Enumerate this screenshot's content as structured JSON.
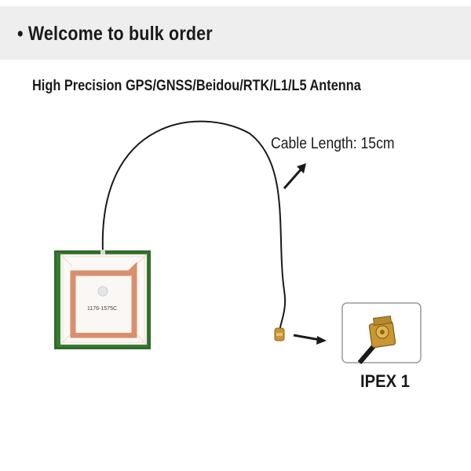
{
  "header": {
    "bullet": "•",
    "title": "Welcome to bulk order"
  },
  "product": {
    "title": "High Precision GPS/GNSS/Beidou/RTK/L1/L5 Antenna",
    "chip_marking": "1176-1575C"
  },
  "cable": {
    "label": "Cable Length: 15cm",
    "color": "#1a1a1a"
  },
  "connector": {
    "label": "IPEX 1"
  },
  "colors": {
    "header_band": "#eeeeee",
    "pcb_green": "#2f6b2a",
    "ceramic": "#f7f2ef",
    "copper": "#d98f6c",
    "gold": "#c99632"
  }
}
